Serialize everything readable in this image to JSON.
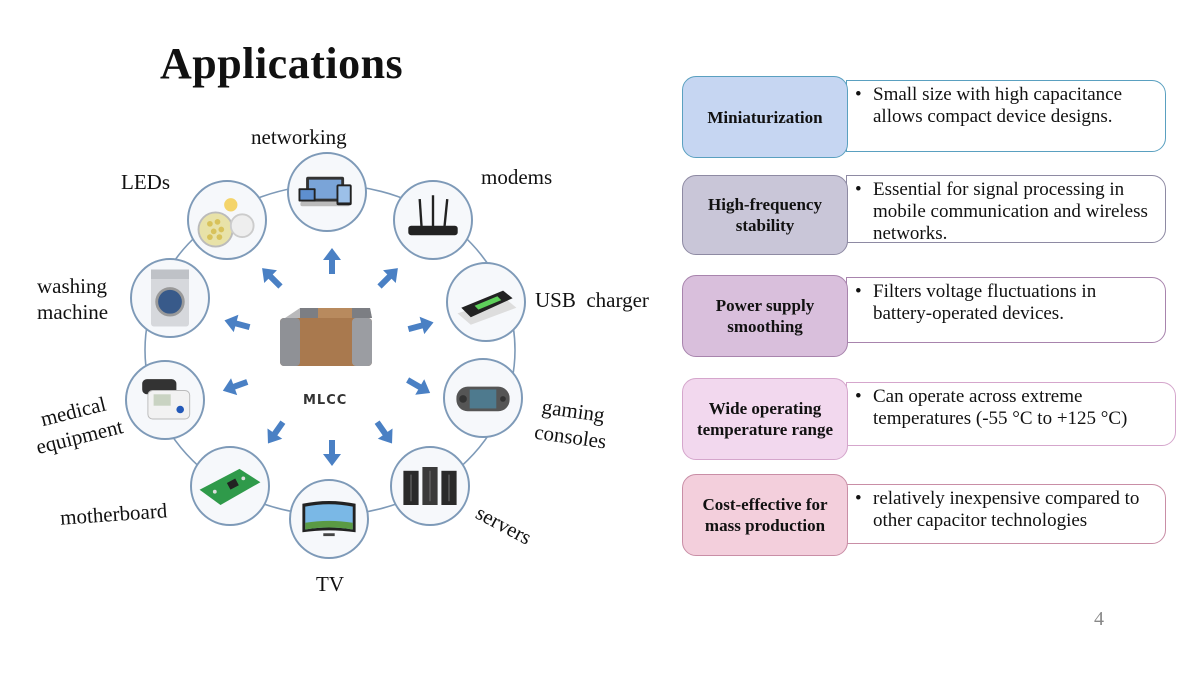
{
  "slide": {
    "title": "Applications",
    "page_number": "4"
  },
  "diagram": {
    "center_label": "MLCC",
    "applications": [
      {
        "label": "networking",
        "icon": "laptop-tablet-icon"
      },
      {
        "label": "modems",
        "icon": "router-icon"
      },
      {
        "label": "USB  charger",
        "icon": "wireless-charger-icon"
      },
      {
        "label": "gaming consoles",
        "icon": "handheld-console-icon"
      },
      {
        "label": "servers",
        "icon": "server-rack-icon"
      },
      {
        "label": "TV",
        "icon": "tv-icon"
      },
      {
        "label": "motherboard",
        "icon": "circuit-board-icon"
      },
      {
        "label": "medical equipment",
        "icon": "blood-pressure-monitor-icon"
      },
      {
        "label": "washing machine",
        "icon": "washing-machine-icon"
      },
      {
        "label": "LEDs",
        "icon": "led-bulb-icon"
      }
    ],
    "label_lines": {
      "gaming_1": "gaming",
      "gaming_2": "consoles",
      "medical_1": "medical",
      "medical_2": "equipment",
      "washing_1": "washing",
      "washing_2": "machine"
    },
    "colors": {
      "arrow": "#4a80c4",
      "ring": "#7e9ab8"
    }
  },
  "features": [
    {
      "key": "Miniaturization",
      "desc": "Small size with high capacitance allows compact device designs.",
      "fill": "#c6d6f2",
      "border": "#5aa0c0"
    },
    {
      "key": "High-frequency stability",
      "desc": "Essential for signal processing in mobile communication and wireless networks.",
      "fill": "#c9c6d8",
      "border": "#8e8aa3"
    },
    {
      "key": "Power supply smoothing",
      "desc": "Filters voltage fluctuations in battery-operated devices.",
      "fill": "#d9bfdc",
      "border": "#a884ad"
    },
    {
      "key": "Wide  operating temperature range",
      "desc": "Can operate across extreme temperatures (-55 °C to +125 °C)",
      "fill": "#f2d8ee",
      "border": "#d5a6cc"
    },
    {
      "key": "Cost-effective for mass production",
      "desc": "relatively inexpensive compared to other capacitor technologies",
      "fill": "#f3cfdc",
      "border": "#c98ea6"
    }
  ],
  "bullet": "•"
}
